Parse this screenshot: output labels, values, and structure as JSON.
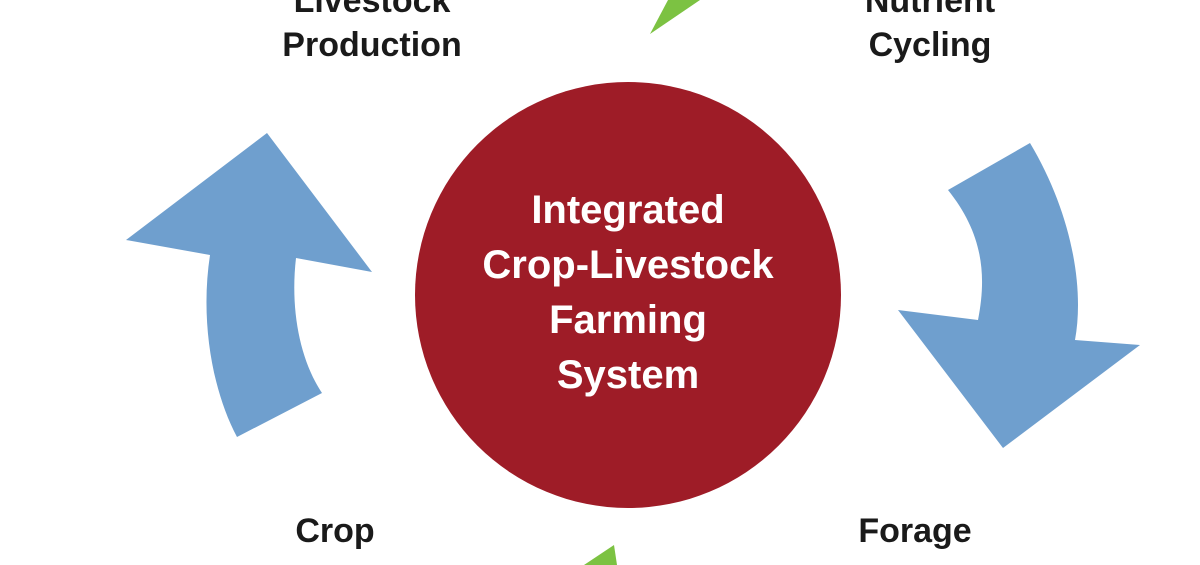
{
  "diagram": {
    "center": {
      "lines": [
        "Integrated",
        "Crop-Livestock",
        "Farming",
        "System"
      ],
      "color": "#9e1c27"
    },
    "nodes": {
      "livestock_production": {
        "lines": [
          "Livestock",
          "Production"
        ]
      },
      "nutrient_cycling": {
        "lines": [
          "Nutrient",
          "Cycling"
        ]
      },
      "forage": {
        "lines": [
          "Forage",
          ""
        ]
      },
      "crop": {
        "lines": [
          "Crop",
          ""
        ]
      }
    },
    "colors": {
      "blue_arrow": "#6f9fce",
      "green_arrow": "#7cc242"
    }
  }
}
